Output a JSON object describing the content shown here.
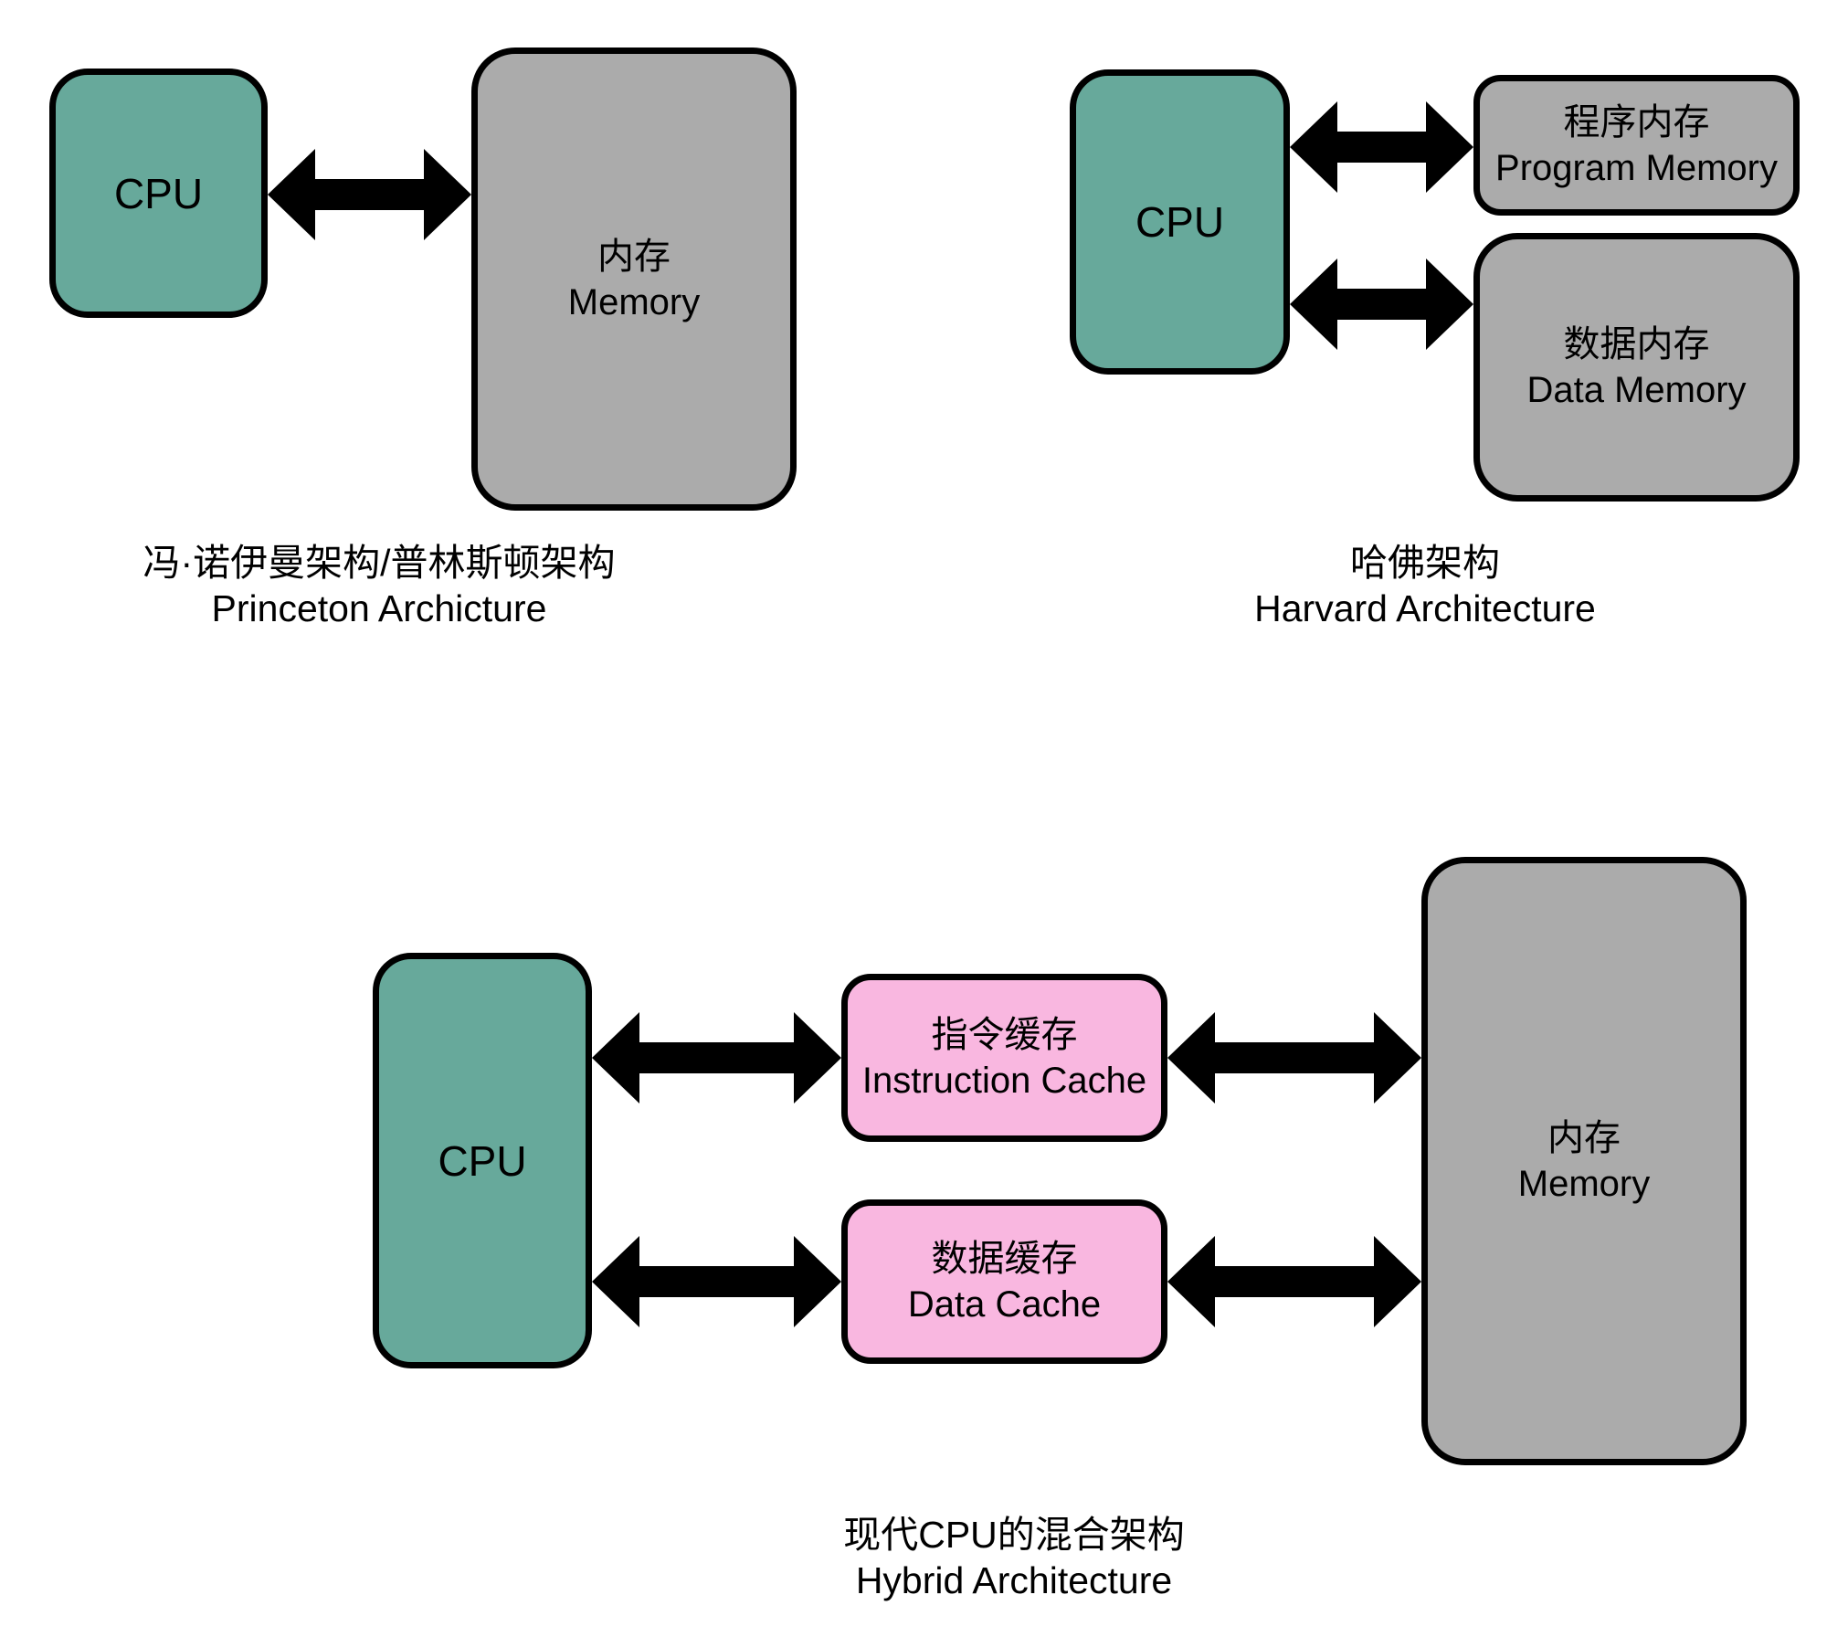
{
  "diagram": {
    "princeton": {
      "cpu_label": "CPU",
      "memory_label_zh": "内存",
      "memory_label_en": "Memory",
      "caption_zh": "冯·诺伊曼架构/普林斯顿架构",
      "caption_en": "Princeton Archicture"
    },
    "harvard": {
      "cpu_label": "CPU",
      "program_memory_zh": "程序内存",
      "program_memory_en": "Program Memory",
      "data_memory_zh": "数据内存",
      "data_memory_en": "Data Memory",
      "caption_zh": "哈佛架构",
      "caption_en": "Harvard Architecture"
    },
    "hybrid": {
      "cpu_label": "CPU",
      "instruction_cache_zh": "指令缓存",
      "instruction_cache_en": "Instruction Cache",
      "data_cache_zh": "数据缓存",
      "data_cache_en": "Data Cache",
      "memory_label_zh": "内存",
      "memory_label_en": "Memory",
      "caption_zh": "现代CPU的混合架构",
      "caption_en": "Hybrid Architecture"
    },
    "colors": {
      "canvas_bg": "#FFFFFF",
      "cpu_fill": "#67A99B",
      "memory_fill": "#ABABAB",
      "cache_fill": "#F9B7E0",
      "border_color": "#000000",
      "arrow_color": "#000000"
    }
  }
}
